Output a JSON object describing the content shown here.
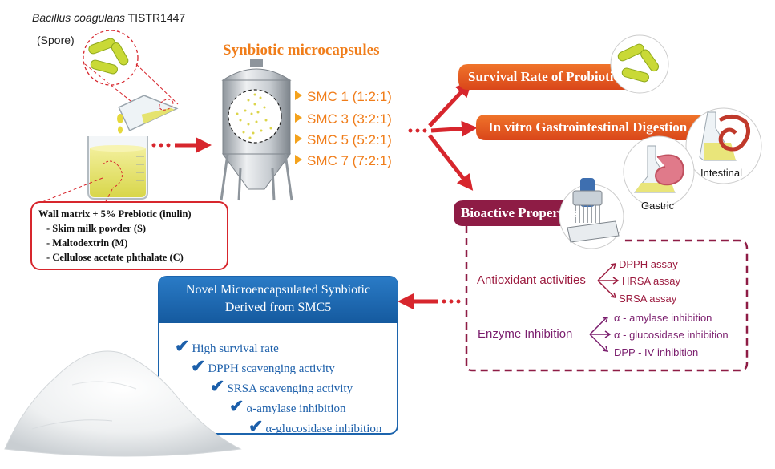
{
  "source": {
    "species": "Bacillus coagulans",
    "strain": "TISTR1447",
    "form": "(Spore)"
  },
  "wall_matrix": {
    "title": "Wall matrix +  5% Prebiotic (inulin)",
    "items": [
      "- Skim milk powder (S)",
      "- Maltodextrin (M)",
      "- Cellulose acetate phthalate (C)"
    ]
  },
  "synbiotic": {
    "title": "Synbiotic  microcapsules",
    "formulations": [
      "SMC 1 (1:2:1)",
      "SMC 3 (3:2:1)",
      "SMC 5 (5:2:1)",
      "SMC 7 (7:2:1)"
    ]
  },
  "analyses": {
    "survival": "Survival Rate of Probiotic",
    "digestion": "In vitro Gastrointestinal Digestion",
    "gastric": "Gastric",
    "intestinal": "Intestinal",
    "bioactive": "Bioactive Properties"
  },
  "antioxidant": {
    "label": "Antioxidant activities",
    "assays": [
      "DPPH assay",
      "HRSA assay",
      "SRSA assay"
    ]
  },
  "enzyme": {
    "label": "Enzyme Inhibition",
    "assays": [
      "α - amylase inhibition",
      "α - glucosidase inhibition",
      "DPP - IV inhibition"
    ]
  },
  "result": {
    "title_line1": "Novel Microencapsulated Synbiotic",
    "title_line2": "Derived from SMC5",
    "items": [
      "High survival rate",
      "DPPH scavenging activity",
      "SRSA scavenging activity",
      "α-amylase inhibition",
      "α-glucosidase inhibition"
    ]
  },
  "colors": {
    "arrow_red": "#d7262d",
    "smc_orange": "#f07d1a",
    "bar_orange": "#e4541c",
    "bioactive_maroon": "#8e1c45",
    "result_blue": "#1c64ad"
  }
}
